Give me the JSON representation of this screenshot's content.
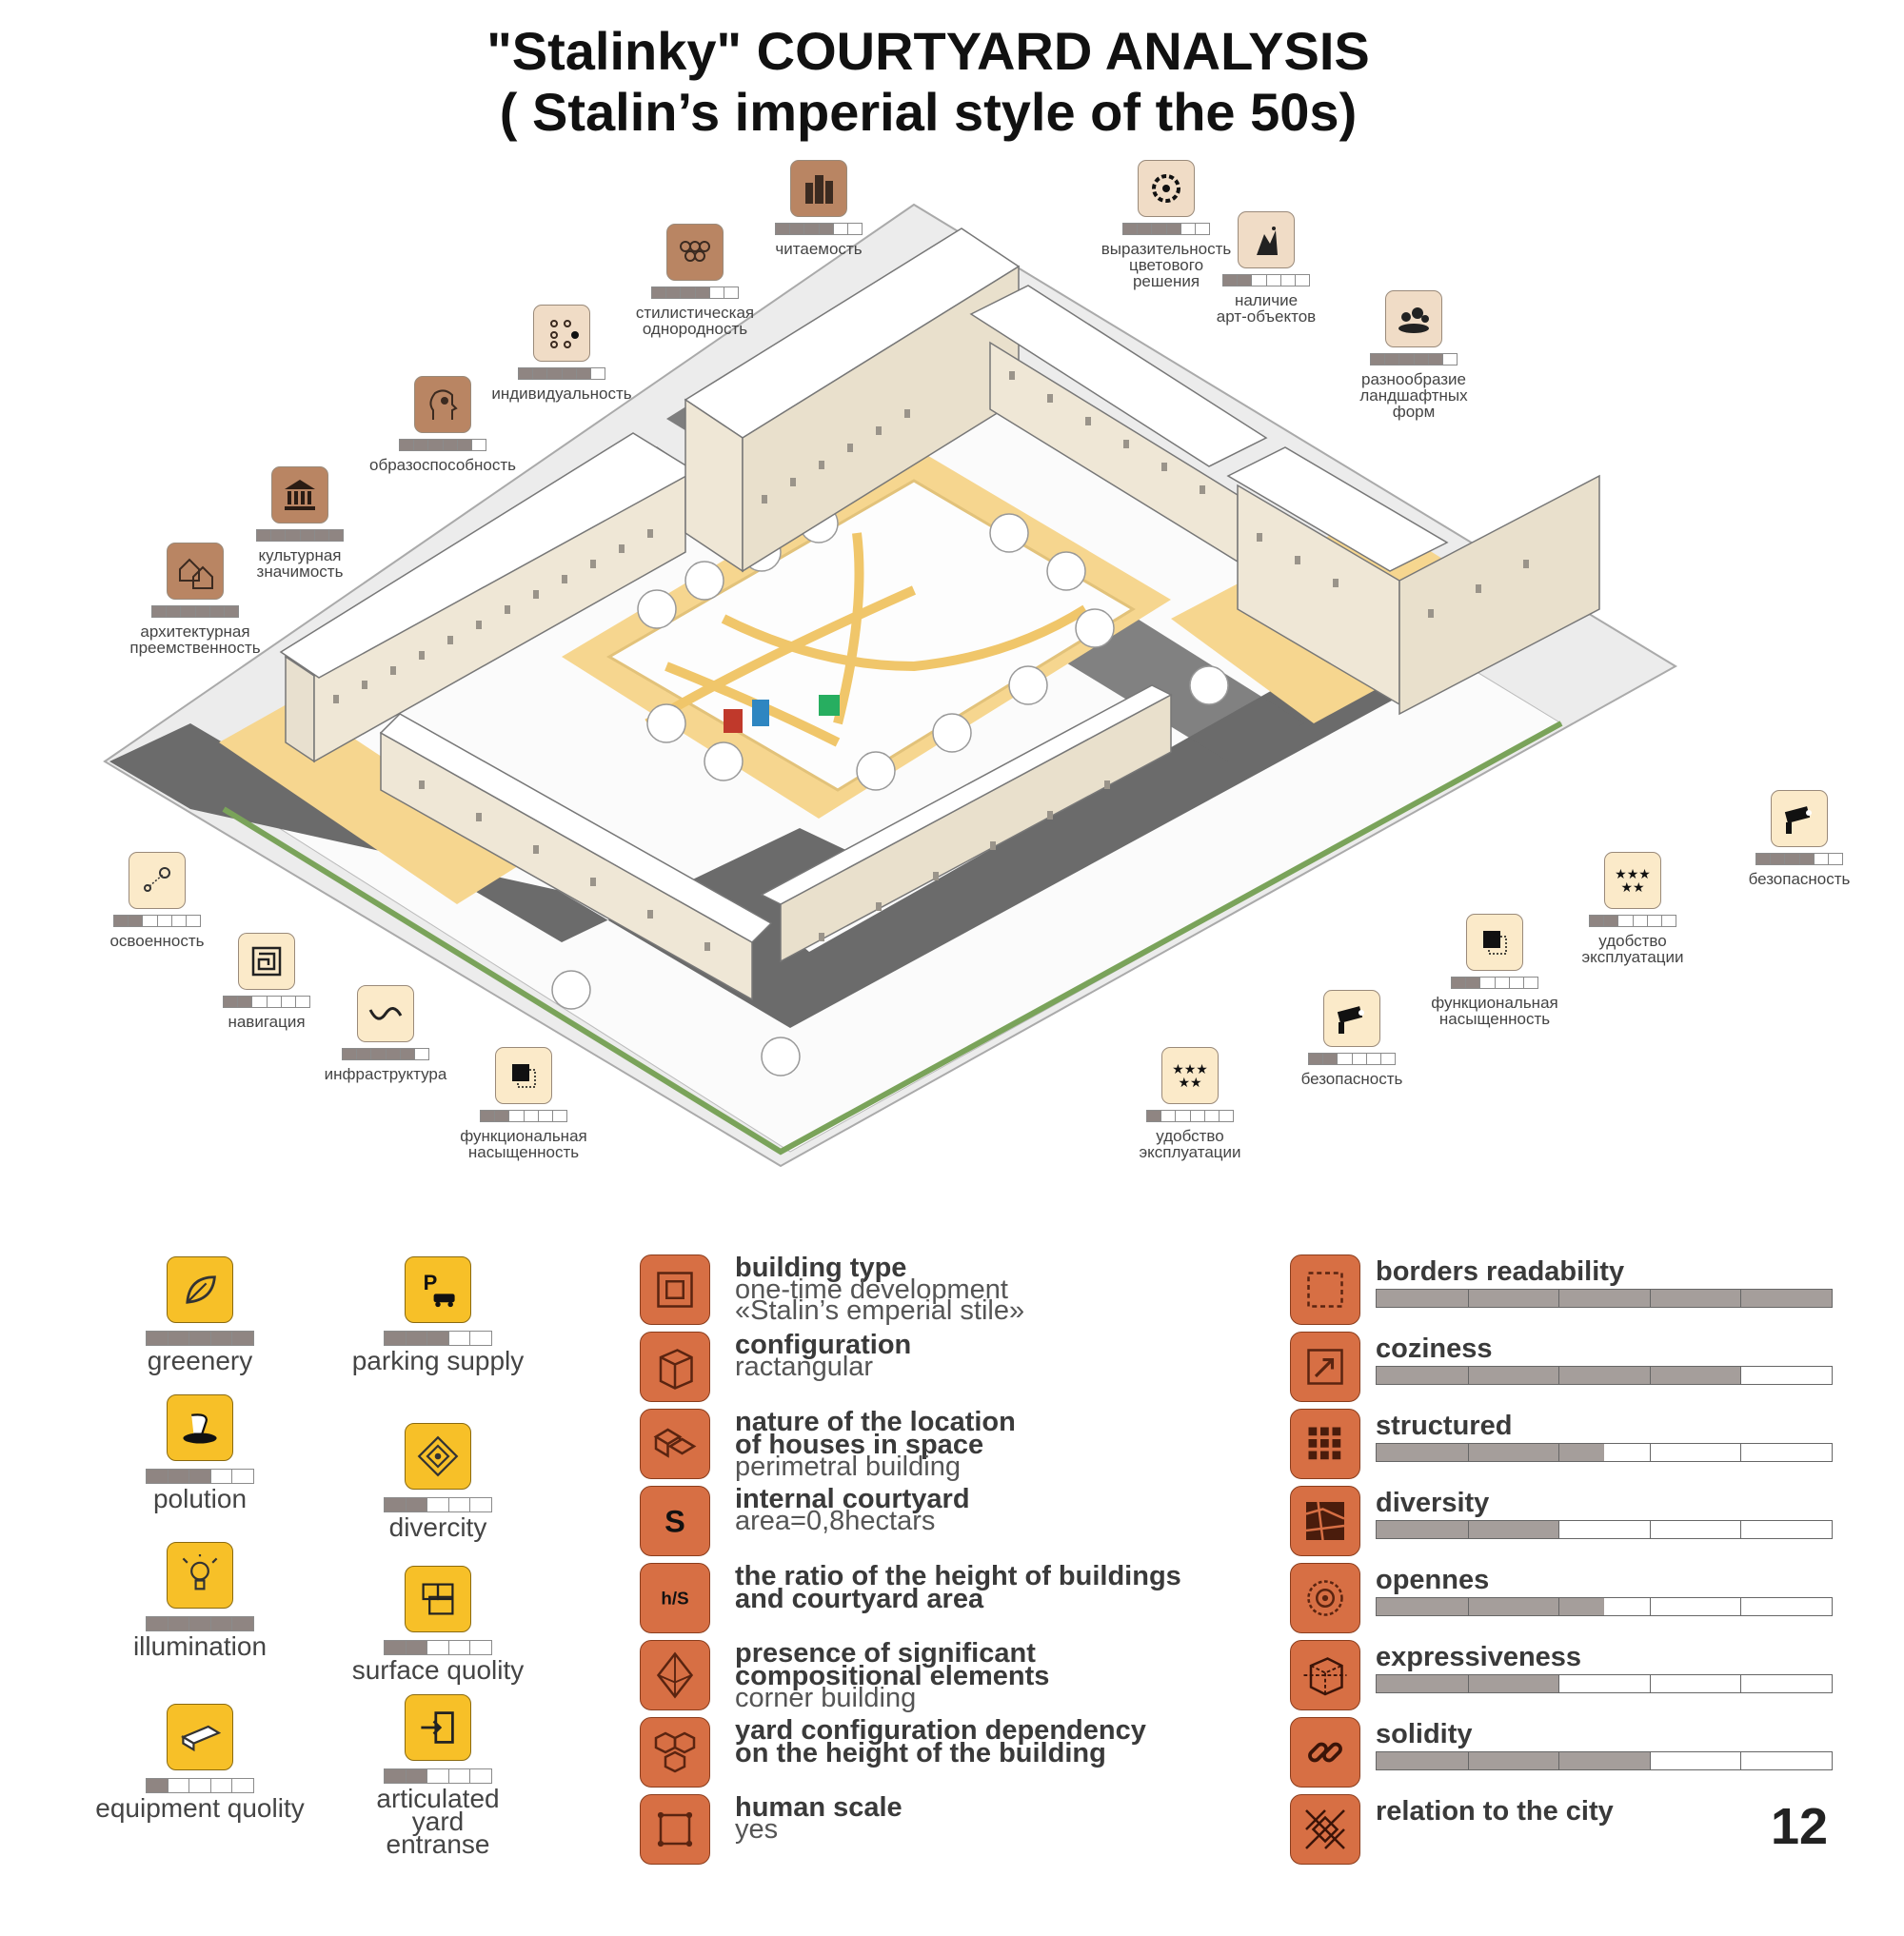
{
  "title": {
    "line1": "\"Stalinky\" COURTYARD ANALYSIS",
    "line2": "( Stalin’s imperial style of the 50s)"
  },
  "colors": {
    "accent_yellow": "#f7c028",
    "accent_orange": "#d76f44",
    "courtyard_sand": "#f6d68f",
    "road": "#6b6b6b",
    "bar_fill": "#8f8582"
  },
  "iso_callouts": [
    {
      "label": "читаемость",
      "level": 4,
      "of": 6,
      "icon": "buildings-icon",
      "style": "brown"
    },
    {
      "label": "стилистическая\nоднородность",
      "level": 4,
      "of": 6,
      "icon": "pattern-icon",
      "style": "brown"
    },
    {
      "label": "индивидуальность",
      "level": 5,
      "of": 6,
      "icon": "dots-icon",
      "style": "beige"
    },
    {
      "label": "образоспособность",
      "level": 5,
      "of": 6,
      "icon": "head-gears-icon",
      "style": "brown"
    },
    {
      "label": "культурная\nзначимость",
      "level": 6,
      "of": 6,
      "icon": "museum-icon",
      "style": "brown"
    },
    {
      "label": "архитектурная\nпреемственность",
      "level": 6,
      "of": 6,
      "icon": "houses-icon",
      "style": "brown"
    },
    {
      "label": "выразительность\nцветового\nрешения",
      "level": 4,
      "of": 6,
      "icon": "palette-icon",
      "style": "beige"
    },
    {
      "label": "наличие\nарт-объектов",
      "level": 2,
      "of": 6,
      "icon": "art-object-icon",
      "style": "beige"
    },
    {
      "label": "разнообразие\nландшафтных\nформ",
      "level": 5,
      "of": 6,
      "icon": "landscape-icon",
      "style": "beige"
    },
    {
      "label": "безопасность",
      "level": 4,
      "of": 6,
      "icon": "camera-icon",
      "style": "cream"
    },
    {
      "label": "удобство\nэксплуатации",
      "level": 2,
      "of": 6,
      "icon": "stars-icon",
      "style": "cream"
    },
    {
      "label": "функциональная\nнасыщенность",
      "level": 2,
      "of": 6,
      "icon": "square-icon",
      "style": "cream"
    },
    {
      "label": "безопасность",
      "level": 2,
      "of": 6,
      "icon": "camera-icon",
      "style": "cream"
    },
    {
      "label": "удобство\nэксплуатации",
      "level": 1,
      "of": 6,
      "icon": "stars-icon",
      "style": "cream"
    },
    {
      "label": "освоенность",
      "level": 2,
      "of": 6,
      "icon": "path-icon",
      "style": "cream"
    },
    {
      "label": "навигация",
      "level": 2,
      "of": 6,
      "icon": "maze-icon",
      "style": "cream"
    },
    {
      "label": "инфраструктура",
      "level": 5,
      "of": 6,
      "icon": "wave-icon",
      "style": "cream"
    },
    {
      "label": "функциональная\nнасыщенность",
      "level": 2,
      "of": 6,
      "icon": "square-icon",
      "style": "cream"
    }
  ],
  "left_params": [
    {
      "label": "greenery",
      "level": 5,
      "of": 5,
      "icon": "leaf-icon"
    },
    {
      "label": "parking supply",
      "level": 3,
      "of": 5,
      "icon": "parking-icon"
    },
    {
      "label": "polution",
      "level": 3,
      "of": 5,
      "icon": "pollution-icon"
    },
    {
      "label": "divercity",
      "level": 2,
      "of": 5,
      "icon": "diamond-icon"
    },
    {
      "label": "illumination",
      "level": 5,
      "of": 5,
      "icon": "bulb-icon"
    },
    {
      "label": "surface quolity",
      "level": 2,
      "of": 5,
      "icon": "tiles-icon"
    },
    {
      "label": "equipment quolity",
      "level": 1,
      "of": 5,
      "icon": "bench-icon"
    },
    {
      "label": "articulated\nyard\nentranse",
      "level": 2,
      "of": 5,
      "icon": "entrance-icon"
    }
  ],
  "mid_params": [
    {
      "title": "building type",
      "value": "one-time development\n«Stalin’s emperial stile»",
      "icon": "building-plan-icon"
    },
    {
      "title": "configuration",
      "value": "ractangular",
      "icon": "cube-icon"
    },
    {
      "title": "nature of the location\nof houses in space",
      "value": "perimetral building",
      "icon": "blocks-icon"
    },
    {
      "title": "internal courtyard",
      "value": "area=0,8hectars",
      "icon": "area-icon",
      "glyph": "S"
    },
    {
      "title": "the ratio of the height of buildings\nand courtyard area",
      "value": "",
      "icon": "ratio-icon",
      "glyph": "h/S"
    },
    {
      "title": "presence of significant\ncompositional elements",
      "value": "corner building",
      "icon": "octahedron-icon"
    },
    {
      "title": "yard configuration dependency\non the height of the building",
      "value": "",
      "icon": "hexagons-icon"
    },
    {
      "title": "human scale",
      "value": "yes",
      "icon": "frame-icon"
    }
  ],
  "right_params": [
    {
      "label": "borders readability",
      "fill": 1.0,
      "icon": "dashed-square-icon"
    },
    {
      "label": "coziness",
      "fill": 0.8,
      "icon": "corner-arrow-icon"
    },
    {
      "label": "structured",
      "fill": 0.5,
      "icon": "grid-icon"
    },
    {
      "label": "diversity",
      "fill": 0.4,
      "icon": "mosaic-icon"
    },
    {
      "label": "opennes",
      "fill": 0.5,
      "icon": "target-icon"
    },
    {
      "label": "expressiveness",
      "fill": 0.4,
      "icon": "sketch-cube-icon"
    },
    {
      "label": "solidity",
      "fill": 0.6,
      "icon": "chain-icon"
    },
    {
      "label": "relation to the city",
      "fill": null,
      "icon": "crossed-pattern-icon"
    }
  ],
  "page_number": "12"
}
